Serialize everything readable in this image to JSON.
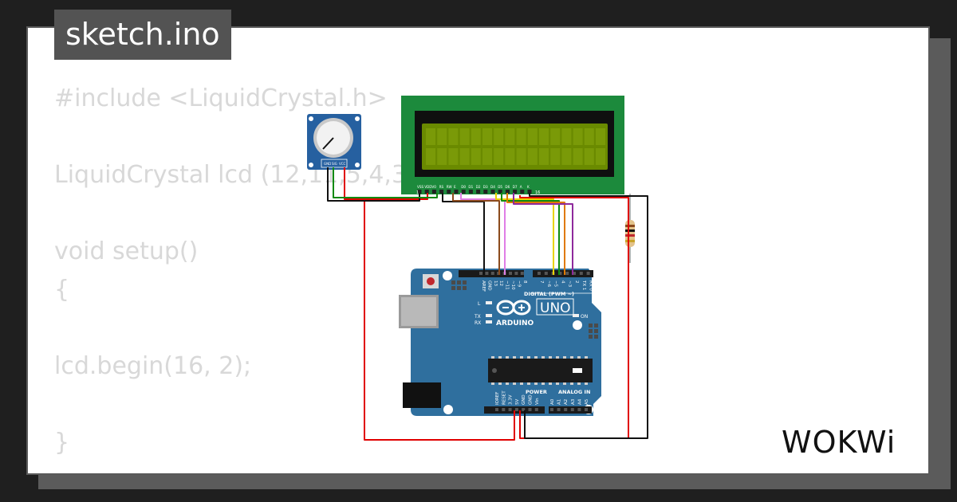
{
  "file_tab": {
    "title": "sketch.ino"
  },
  "code": {
    "lines": [
      "#include <LiquidCrystal.h>",
      "LiquidCrystal lcd (12,11,5,4,3,2);",
      "void setup()",
      "{",
      "lcd.begin(16, 2);",
      "}"
    ]
  },
  "lcd": {
    "pin_labels": [
      "VSS",
      "VDD",
      "V0",
      "RS",
      "RW",
      "E",
      "D0",
      "D1",
      "D2",
      "D3",
      "D4",
      "D5",
      "D6",
      "D7",
      "A",
      "K"
    ],
    "pin_start": "1",
    "pin_end": "16"
  },
  "pot": {
    "pin_labels": [
      "GND",
      "SIG",
      "VCC"
    ]
  },
  "arduino": {
    "model": "UNO",
    "brand": "ARDUINO",
    "digital_header": "DIGITAL (PWM ~)",
    "digital_pins": [
      "AREF",
      "GND",
      "13",
      "12",
      "~11",
      "~10",
      "~9",
      "8",
      "7",
      "~6",
      "~5",
      "4",
      "~3",
      "2",
      "TX 1",
      "RX 0"
    ],
    "led_labels": [
      "L",
      "TX",
      "RX",
      "ON"
    ],
    "power_header": "POWER",
    "analog_header": "ANALOG IN",
    "power_pins": [
      "IOREF",
      "RESET",
      "3.3V",
      "5V",
      "GND",
      "GND",
      "Vin"
    ],
    "analog_pins": [
      "A0",
      "A1",
      "A2",
      "A3",
      "A4",
      "A5"
    ]
  },
  "brand": {
    "name": "WOKWi"
  },
  "colors": {
    "wire_red": "#e00000",
    "wire_black": "#111111",
    "wire_brown": "#8b4a1c",
    "wire_violet": "#e07ee6",
    "wire_yellow": "#e8d400",
    "wire_orange": "#e07a00",
    "wire_green": "#108a10",
    "wire_purple": "#8e2a9c",
    "lcd_board": "#1c8a3c",
    "lcd_screen": "#6a8a00",
    "arduino_board": "#2f6f9e",
    "pot_board": "#2660a0"
  }
}
